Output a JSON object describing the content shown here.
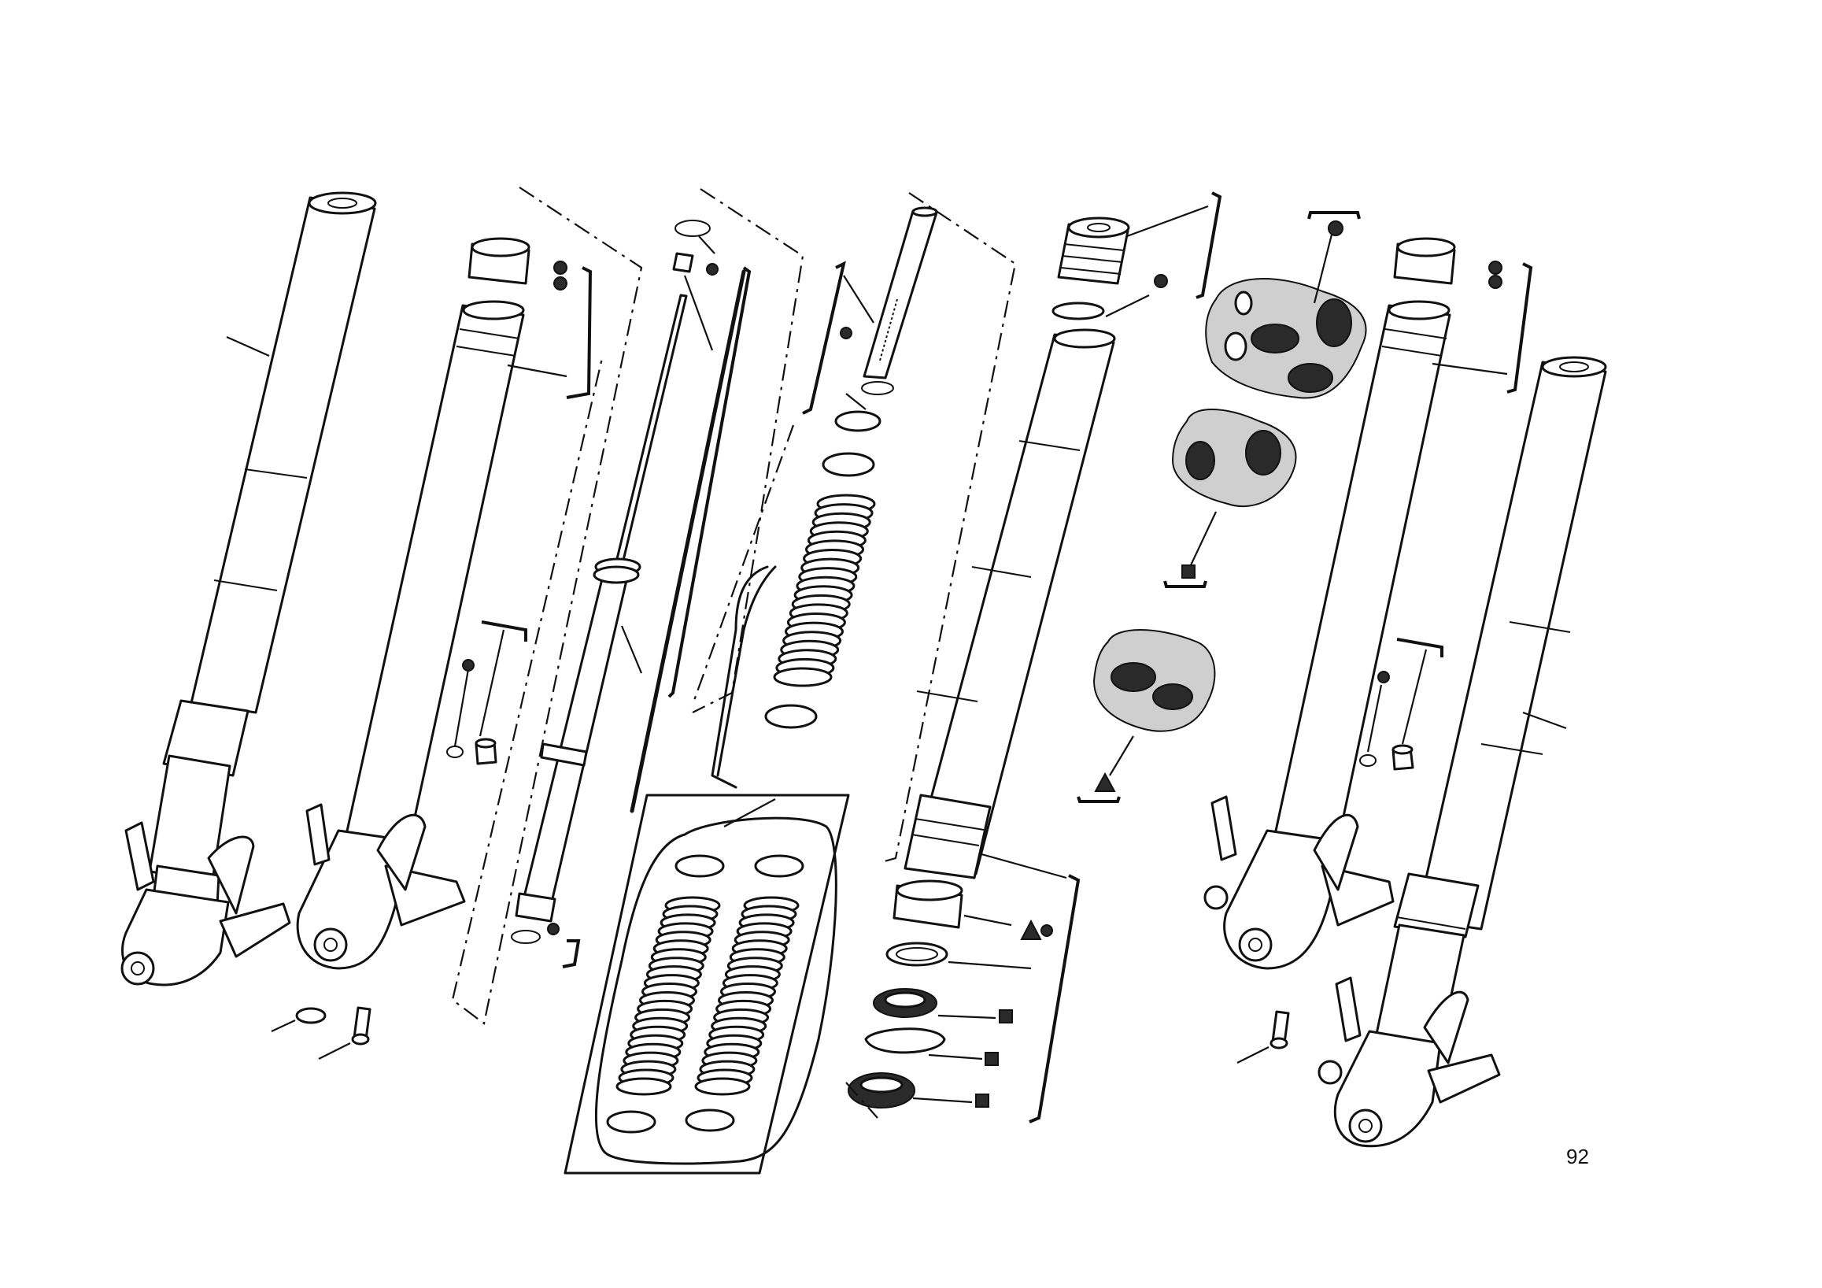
{
  "page": {
    "number": "92"
  },
  "diagram": {
    "kind": "exploded-view",
    "symbols": {
      "circle": "filled-circle-marker",
      "square": "filled-square-marker",
      "triangle": "filled-triangle-marker"
    }
  }
}
